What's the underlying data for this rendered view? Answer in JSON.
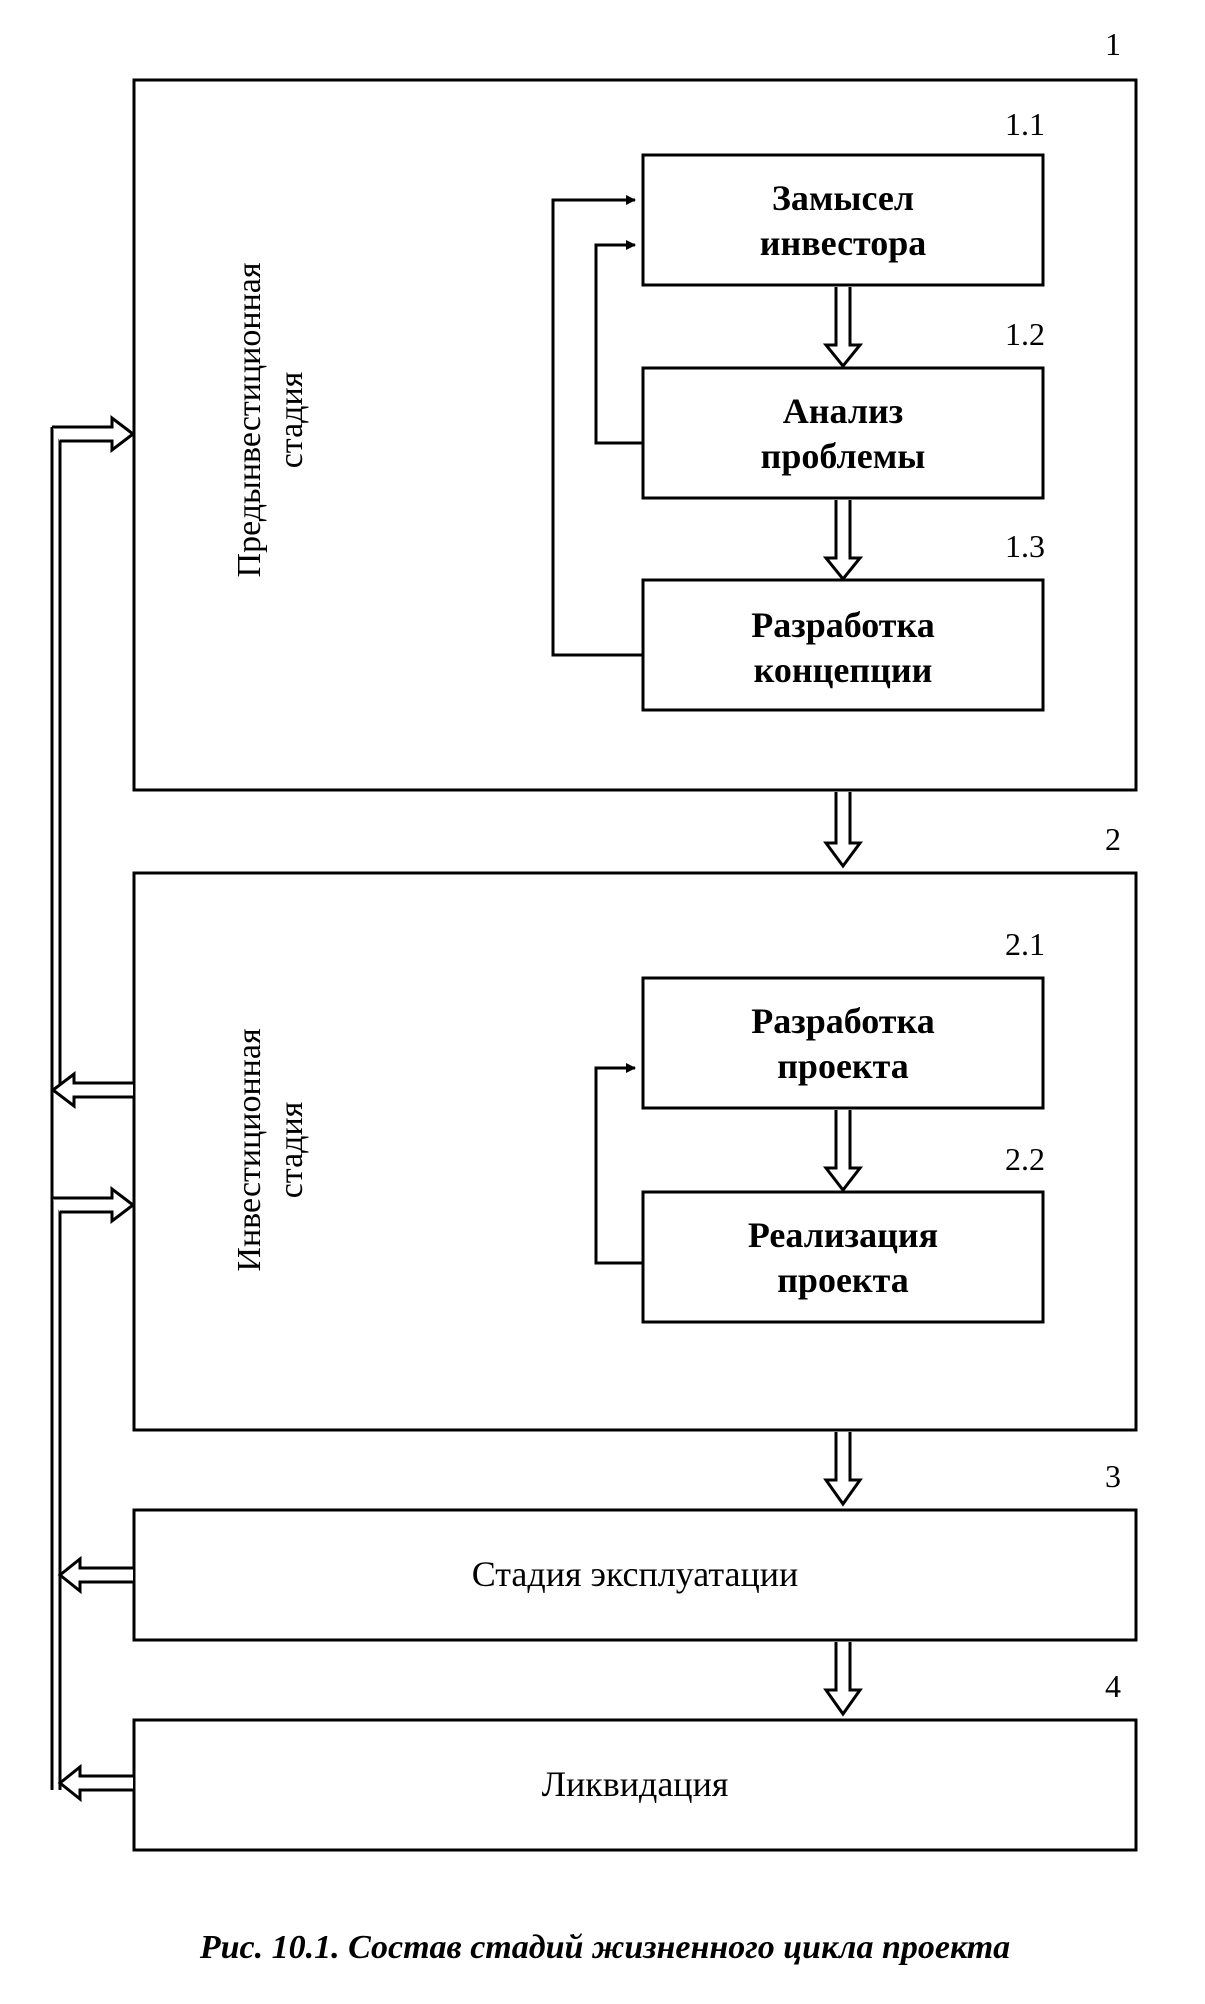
{
  "stages": [
    {
      "number": "1",
      "title_line1": "Предынвестиционная",
      "title_line2": "стадия"
    },
    {
      "number": "2",
      "title_line1": "Инвестиционная",
      "title_line2": "стадия"
    },
    {
      "number": "3",
      "title": "Стадия эксплуатации"
    },
    {
      "number": "4",
      "title": "Ликвидация"
    }
  ],
  "substeps": [
    {
      "number": "1.1",
      "line1": "Замысел",
      "line2": "инвестора"
    },
    {
      "number": "1.2",
      "line1": "Анализ",
      "line2": "проблемы"
    },
    {
      "number": "1.3",
      "line1": "Разработка",
      "line2": "концепции"
    },
    {
      "number": "2.1",
      "line1": "Разработка",
      "line2": "проекта"
    },
    {
      "number": "2.2",
      "line1": "Реализация",
      "line2": "проекта"
    }
  ],
  "caption": "Рис. 10.1. Состав стадий жизненного цикла проекта"
}
